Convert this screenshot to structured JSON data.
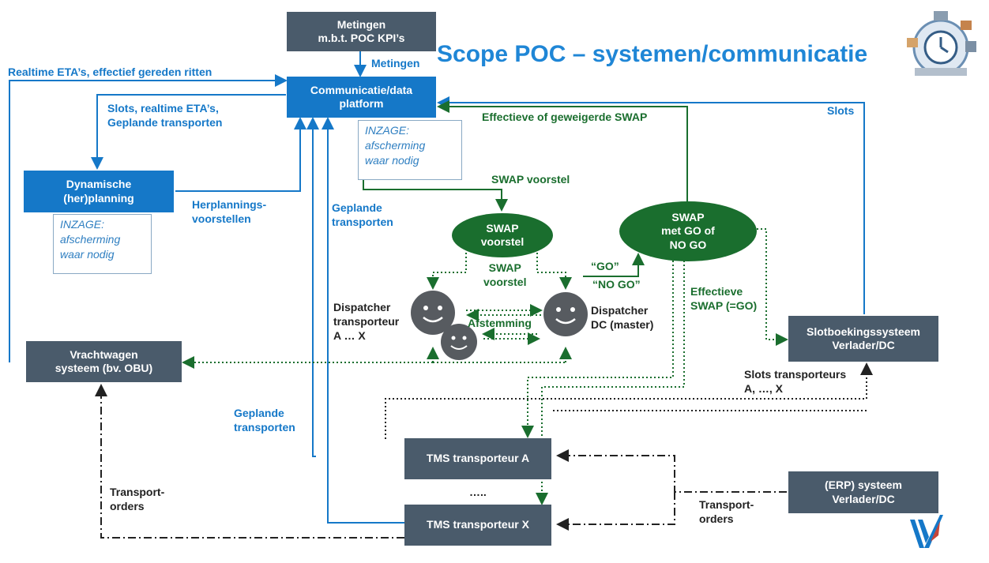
{
  "title": "Scope POC – systemen/communicatie",
  "boxes": {
    "metingen": [
      "Metingen",
      "m.b.t. POC KPI’s"
    ],
    "platform": [
      "Communicatie/data",
      "platform"
    ],
    "dynamische": [
      "Dynamische",
      "(her)planning"
    ],
    "vrachtwagen": [
      "Vrachtwagen",
      "systeem (bv. OBU)"
    ],
    "slotboeking": [
      "Slotboekingssysteem",
      "Verlader/DC"
    ],
    "tms_a": "TMS transporteur  A",
    "tms_x": "TMS transporteur  X",
    "erp": [
      "(ERP) systeem",
      "Verlader/DC"
    ]
  },
  "ellipses": {
    "swap_voorstel": [
      "SWAP",
      "voorstel"
    ],
    "swap_go": [
      "SWAP",
      "met GO of",
      "NO GO"
    ]
  },
  "notes": {
    "inzage_1": [
      "INZAGE:",
      "afscherming",
      "waar nodig"
    ],
    "inzage_2": [
      "INZAGE:",
      "afscherming",
      "waar nodig"
    ]
  },
  "labels": {
    "metingen": "Metingen",
    "realtime": "Realtime ETA’s, effectief gereden ritten",
    "slots_realtime": [
      "Slots, realtime ETA’s,",
      "Geplande transporten"
    ],
    "effectieve_geweigerde": "Effectieve of geweigerde SWAP",
    "slots": "Slots",
    "swap_voorstel_top": "SWAP voorstel",
    "herplannings": [
      "Herplannings-",
      "voorstellen"
    ],
    "geplande_1": [
      "Geplande",
      "transporten"
    ],
    "swap_voorstel_mid": [
      "SWAP",
      "voorstel"
    ],
    "go": "“GO”",
    "no_go": "“NO GO”",
    "effectieve_swap": [
      "Effectieve",
      "SWAP (=GO)"
    ],
    "dispatcher_transporteur": [
      "Dispatcher",
      "transporteur",
      "A … X"
    ],
    "dispatcher_dc": [
      "Dispatcher",
      "DC (master)"
    ],
    "afstemming": "Afstemming",
    "slots_transporteurs": [
      "Slots transporteurs",
      "A, …, X"
    ],
    "geplande_2": [
      "Geplande",
      "transporten"
    ],
    "transport_orders_1": [
      "Transport-",
      "orders"
    ],
    "transport_orders_2": [
      "Transport-",
      "orders"
    ],
    "dots": "….."
  },
  "colors": {
    "blue": "#1578c8",
    "green": "#1a6e2e",
    "slate": "#4a5b6b",
    "title": "#1f86d6"
  },
  "icons": [
    "globe-clock-icon",
    "smiley-face-icon",
    "brand-logo-icon"
  ]
}
